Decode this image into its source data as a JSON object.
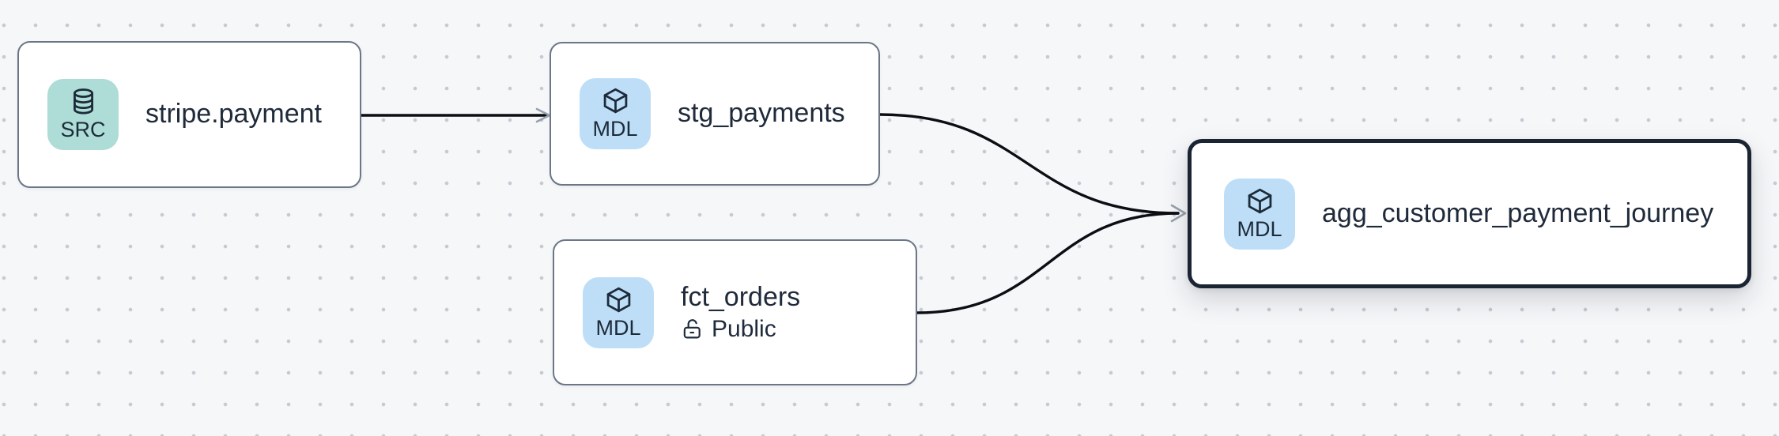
{
  "app": {
    "view_name": "model-lineage-graph"
  },
  "canvas": {
    "background_color": "#f6f7f9",
    "dot_color": "#c6cad3",
    "edge_color": "#0b0e13",
    "arrowhead_color": "#97a0ae",
    "node_border_color": "#6b7687",
    "selected_node_border_color": "#1b2433",
    "text_color": "#1f2a3a"
  },
  "nodes": [
    {
      "title": "stripe.payment",
      "badge_label": "SRC",
      "badge_icon": "database-icon",
      "badge_color": "#aedcd6",
      "selected": false
    },
    {
      "title": "stg_payments",
      "badge_label": "MDL",
      "badge_icon": "cube-icon",
      "badge_color": "#bedef7",
      "selected": false
    },
    {
      "title": "fct_orders",
      "badge_label": "MDL",
      "badge_icon": "cube-icon",
      "badge_color": "#bedef7",
      "access_label": "Public",
      "access_icon": "lock-open-icon",
      "selected": false
    },
    {
      "title": "agg_customer_payment_journey",
      "badge_label": "MDL",
      "badge_icon": "cube-icon",
      "badge_color": "#bedef7",
      "selected": true
    }
  ],
  "edges": [
    {
      "source": "stripe.payment",
      "target": "stg_payments"
    },
    {
      "source": "stg_payments",
      "target": "agg_customer_payment_journey"
    },
    {
      "source": "fct_orders",
      "target": "agg_customer_payment_journey"
    }
  ]
}
